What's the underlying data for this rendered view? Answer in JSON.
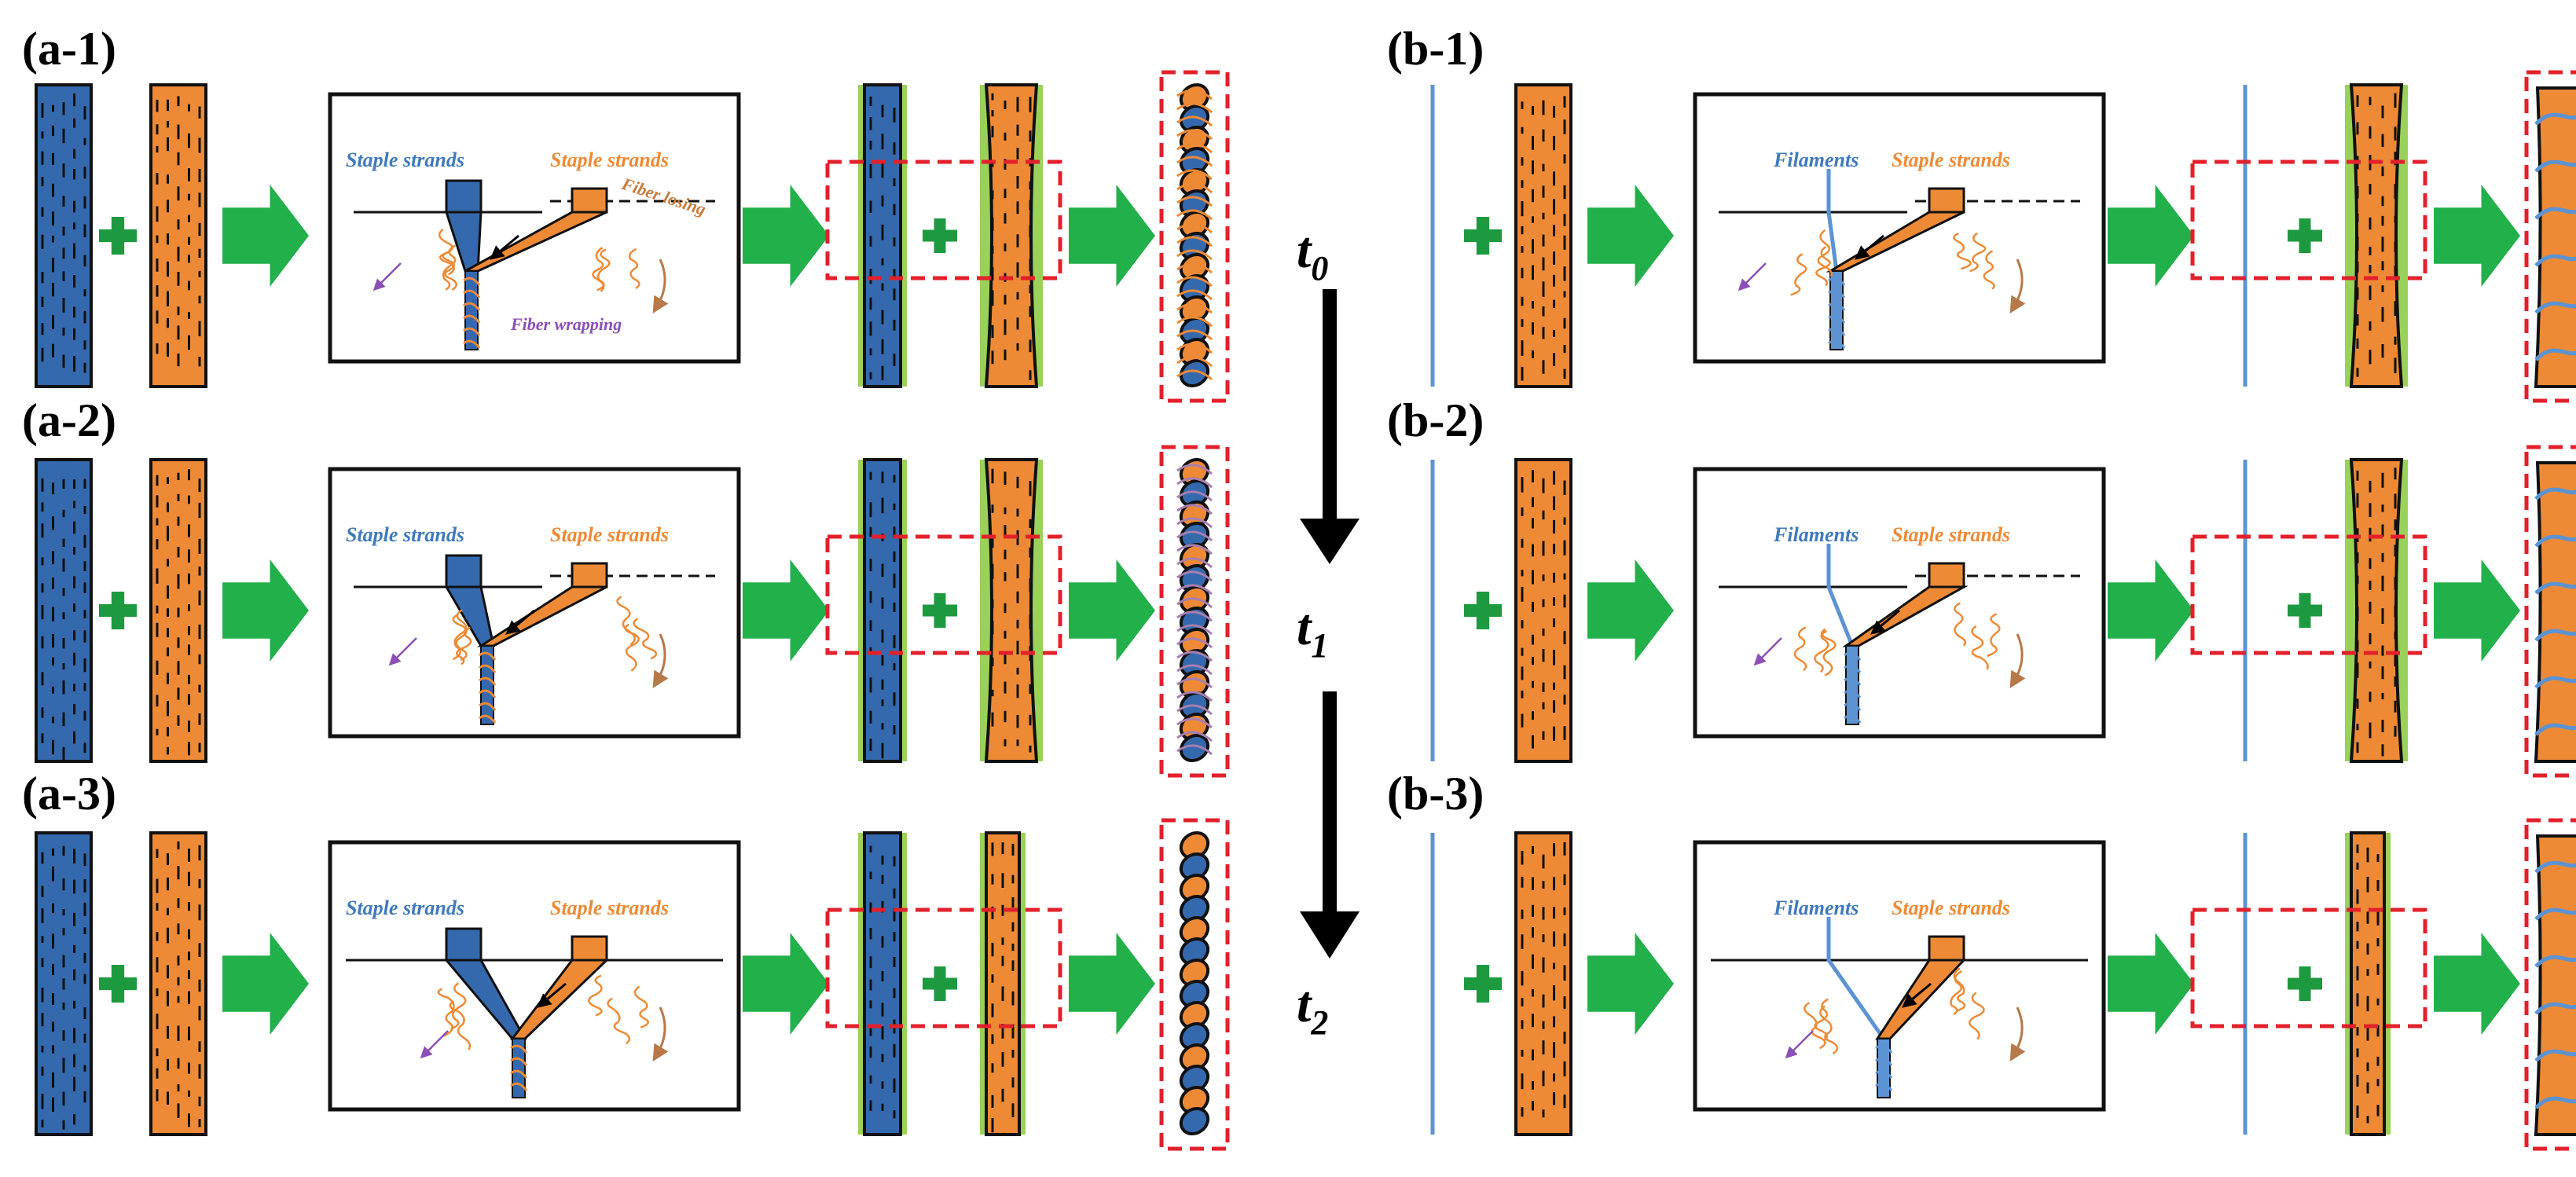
{
  "colors": {
    "blue": "#3569ad",
    "light_blue": "#5b93d3",
    "orange": "#ee8a35",
    "green_arrow": "#22b04a",
    "green_plus": "#1d9a3f",
    "green_edge": "#9ad15a",
    "red_dashed": "#e3202b",
    "purple": "#8a4fb8",
    "brown": "#b8794a"
  },
  "timeline": {
    "labels": [
      "t0",
      "t1",
      "t2"
    ]
  },
  "panels": [
    {
      "label": "(a-1)",
      "mode": "staple",
      "left_strand": "Staple strands",
      "right_strand": "Staple strands",
      "annotations": [
        "Fiber losing",
        "Fiber wrapping"
      ]
    },
    {
      "label": "(a-2)",
      "mode": "staple",
      "left_strand": "Staple strands",
      "right_strand": "Staple strands",
      "annotations": []
    },
    {
      "label": "(a-3)",
      "mode": "staple",
      "left_strand": "Staple strands",
      "right_strand": "Staple strands",
      "annotations": []
    },
    {
      "label": "(b-1)",
      "mode": "filament",
      "left_strand": "Filaments",
      "right_strand": "Staple strands",
      "annotations": []
    },
    {
      "label": "(b-2)",
      "mode": "filament",
      "left_strand": "Filaments",
      "right_strand": "Staple strands",
      "annotations": []
    },
    {
      "label": "(b-3)",
      "mode": "filament",
      "left_strand": "Filaments",
      "right_strand": "Staple strands",
      "annotations": []
    }
  ]
}
